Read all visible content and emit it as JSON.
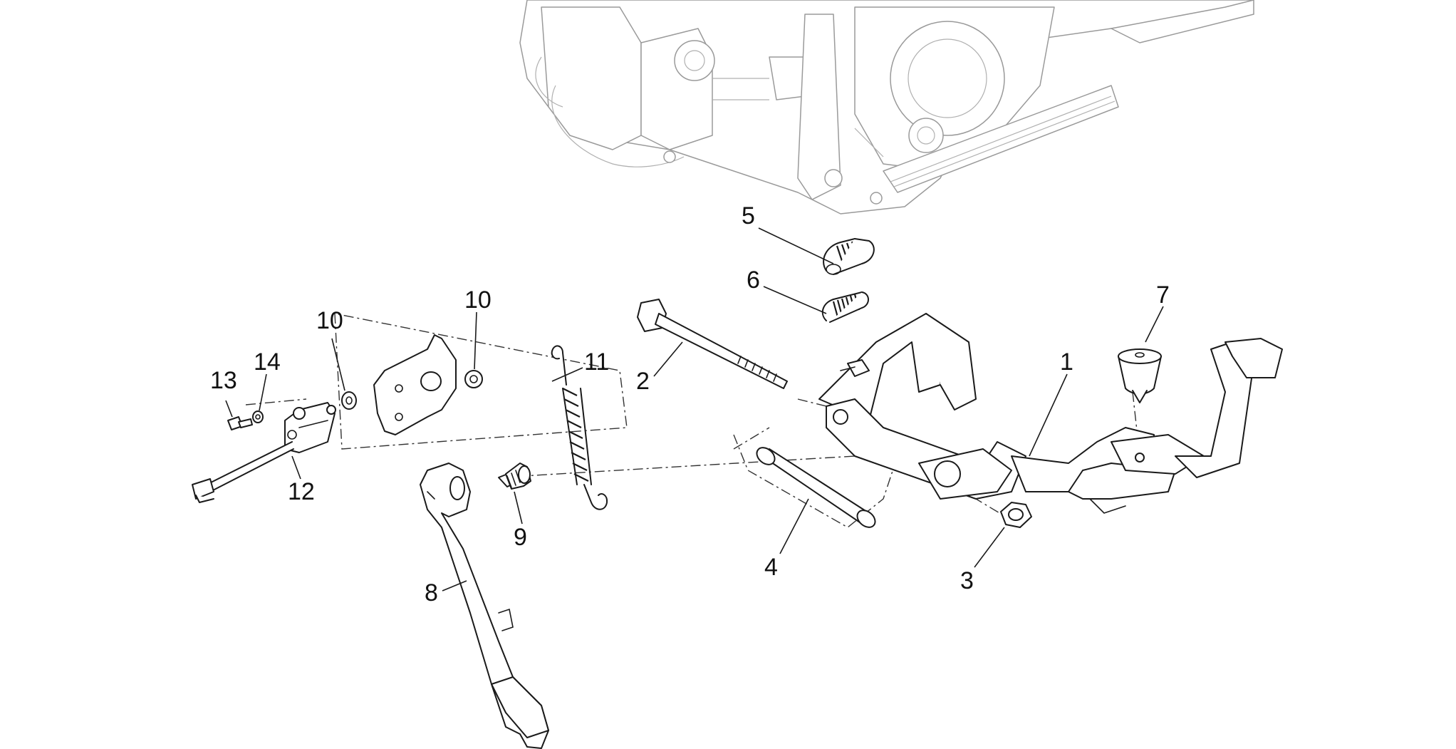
{
  "diagram": {
    "callouts": [
      {
        "id": "c1",
        "label": "1"
      },
      {
        "id": "c2",
        "label": "2"
      },
      {
        "id": "c3",
        "label": "3"
      },
      {
        "id": "c4",
        "label": "4"
      },
      {
        "id": "c5",
        "label": "5"
      },
      {
        "id": "c6",
        "label": "6"
      },
      {
        "id": "c7",
        "label": "7"
      },
      {
        "id": "c8",
        "label": "8"
      },
      {
        "id": "c9",
        "label": "9"
      },
      {
        "id": "c10a",
        "label": "10"
      },
      {
        "id": "c10b",
        "label": "10"
      },
      {
        "id": "c11",
        "label": "11"
      },
      {
        "id": "c12",
        "label": "12"
      },
      {
        "id": "c13",
        "label": "13"
      },
      {
        "id": "c14",
        "label": "14"
      }
    ],
    "colors": {
      "line": "#1a1a1a",
      "engine_outline": "#9a9a9a",
      "background": "#ffffff"
    }
  }
}
